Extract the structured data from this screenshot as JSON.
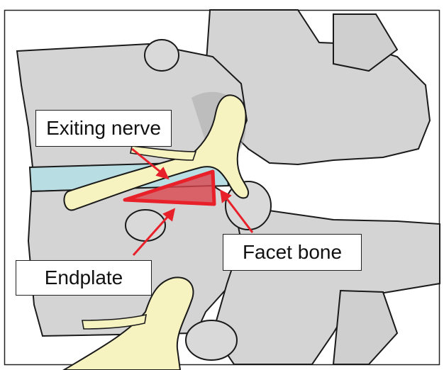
{
  "labels": {
    "exiting_nerve": "Exiting nerve",
    "facet_bone": "Facet bone",
    "endplate": "Endplate"
  },
  "colors": {
    "bone": "#d4d4d4",
    "bone_outline": "#1a1a1a",
    "nerve": "#f7f3c0",
    "disc": "#b8dde2",
    "highlight_fill": "#d9444c",
    "arrow": "#e8202a"
  }
}
